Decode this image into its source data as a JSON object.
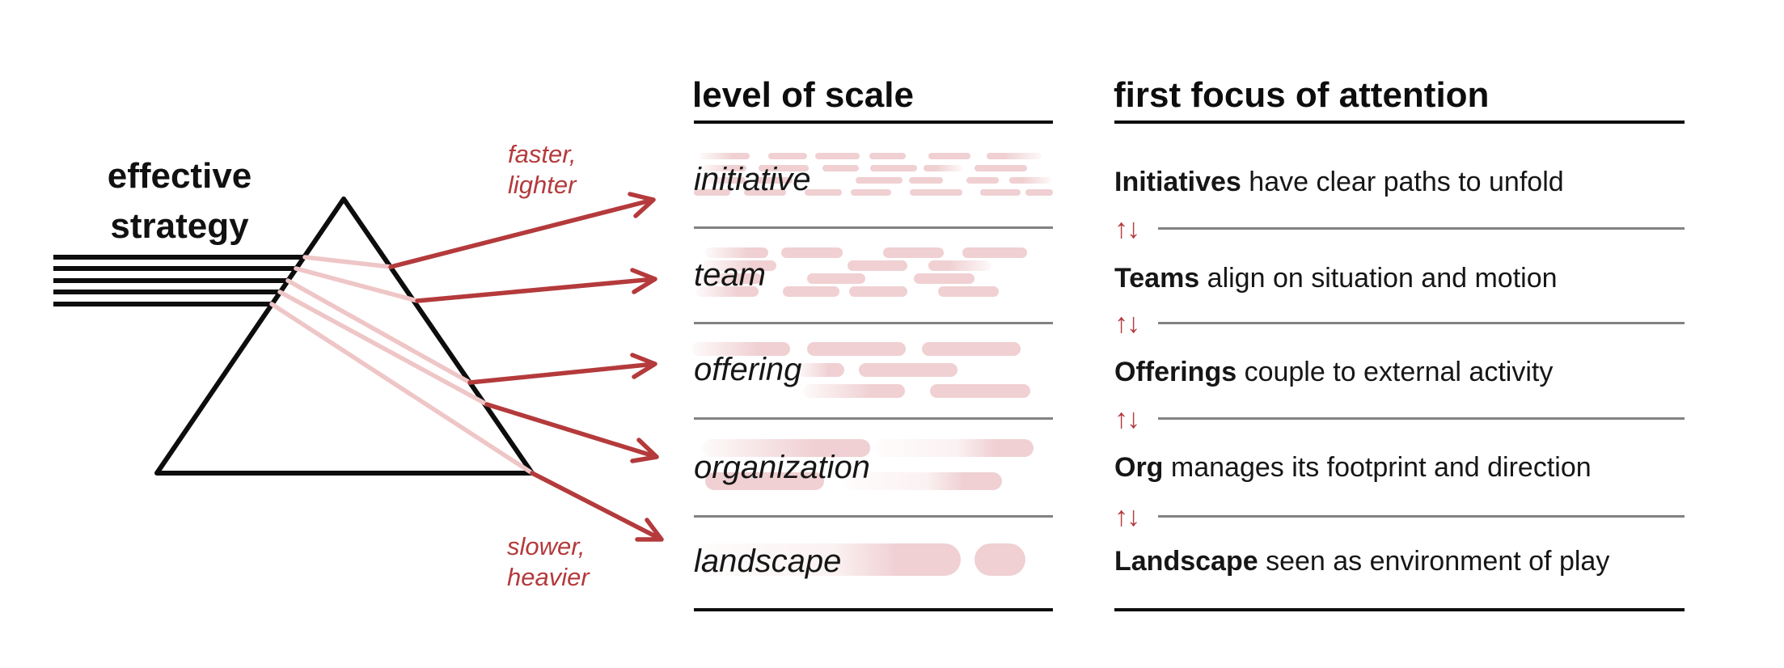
{
  "illustration": {
    "title_line1": "effective",
    "title_line2": "strategy",
    "faster_label_line1": "faster,",
    "faster_label_line2": "lighter",
    "slower_label_line1": "slower,",
    "slower_label_line2": "heavier",
    "colors": {
      "accent_red": "#b43a3c",
      "ray_pink": "#efc6c7",
      "pill_pink": "#f0d0d2",
      "divider_gray": "#828282",
      "ink_black": "#0d0d0d"
    },
    "redaction_pills": [
      {
        "level": "initiative",
        "h": 8,
        "r": 4,
        "pills": [
          [
            865,
            189,
            62,
            1
          ],
          [
            950,
            189,
            48,
            0
          ],
          [
            1008,
            189,
            55,
            0
          ],
          [
            1075,
            189,
            45,
            0
          ],
          [
            1148,
            189,
            52,
            0
          ],
          [
            1220,
            189,
            68,
            3
          ],
          [
            868,
            204,
            55,
            1
          ],
          [
            938,
            204,
            62,
            0
          ],
          [
            1017,
            204,
            45,
            0
          ],
          [
            1076,
            204,
            58,
            0
          ],
          [
            1142,
            204,
            48,
            3
          ],
          [
            1205,
            204,
            65,
            0
          ],
          [
            872,
            219,
            50,
            1
          ],
          [
            935,
            219,
            45,
            0
          ],
          [
            1058,
            219,
            58,
            0
          ],
          [
            1124,
            219,
            42,
            0
          ],
          [
            1195,
            219,
            40,
            0
          ],
          [
            1248,
            219,
            52,
            3
          ],
          [
            858,
            234,
            45,
            0
          ],
          [
            920,
            234,
            52,
            0
          ],
          [
            995,
            234,
            46,
            0
          ],
          [
            1052,
            234,
            50,
            0
          ],
          [
            1125,
            234,
            65,
            0
          ],
          [
            1212,
            234,
            50,
            0
          ],
          [
            1268,
            234,
            34,
            0
          ]
        ]
      },
      {
        "level": "team",
        "h": 13,
        "r": 7,
        "pills": [
          [
            872,
            306,
            78,
            1
          ],
          [
            966,
            306,
            76,
            0
          ],
          [
            1092,
            306,
            75,
            0
          ],
          [
            1190,
            306,
            80,
            0
          ],
          [
            868,
            322,
            92,
            1
          ],
          [
            1048,
            322,
            74,
            0
          ],
          [
            1148,
            322,
            78,
            3
          ],
          [
            862,
            338,
            80,
            1
          ],
          [
            998,
            338,
            72,
            0
          ],
          [
            1130,
            338,
            75,
            0
          ],
          [
            860,
            354,
            78,
            1
          ],
          [
            968,
            354,
            70,
            0
          ],
          [
            1050,
            354,
            72,
            0
          ],
          [
            1160,
            354,
            75,
            0
          ]
        ]
      },
      {
        "level": "offering",
        "h": 17,
        "r": 9,
        "pills": [
          [
            855,
            423,
            122,
            1
          ],
          [
            998,
            423,
            122,
            0
          ],
          [
            1140,
            423,
            122,
            0
          ],
          [
            986,
            449,
            58,
            1
          ],
          [
            1062,
            449,
            122,
            0
          ],
          [
            993,
            475,
            126,
            1
          ],
          [
            1150,
            475,
            124,
            0
          ]
        ]
      },
      {
        "level": "organization",
        "h": 22,
        "r": 11,
        "pills": [
          [
            868,
            543,
            208,
            1
          ],
          [
            1080,
            543,
            198,
            2
          ],
          [
            872,
            584,
            147,
            0
          ],
          [
            1043,
            584,
            196,
            2
          ]
        ]
      },
      {
        "level": "landscape",
        "h": 40,
        "r": 20,
        "pills": [
          [
            860,
            672,
            328,
            2
          ],
          [
            1205,
            672,
            63,
            0
          ]
        ]
      }
    ]
  },
  "scale_column": {
    "header": "level of scale",
    "rows": [
      {
        "label": "initiative"
      },
      {
        "label": "team"
      },
      {
        "label": "offering"
      },
      {
        "label": "organization"
      },
      {
        "label": "landscape"
      }
    ]
  },
  "focus_column": {
    "header": "first focus of attention",
    "divider_marker": "↑↓",
    "rows": [
      {
        "lead": "Initiatives",
        "rest": " have clear paths to unfold"
      },
      {
        "lead": "Teams",
        "rest": " align on situation and motion"
      },
      {
        "lead": "Offerings",
        "rest": " couple to external activity"
      },
      {
        "lead": "Org",
        "rest": " manages its footprint and direction"
      },
      {
        "lead": "Landscape",
        "rest": " seen as environment of play"
      }
    ]
  }
}
